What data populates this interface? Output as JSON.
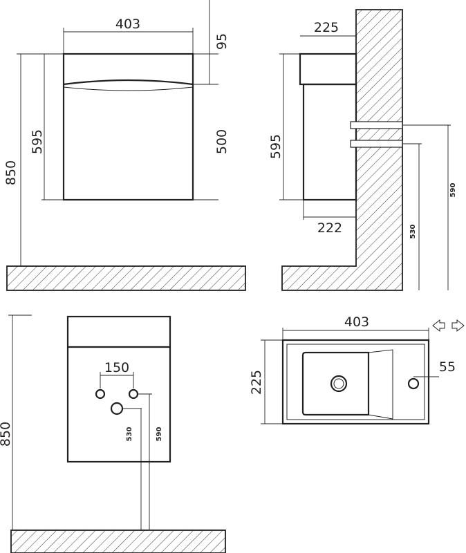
{
  "front_view": {
    "width_label": "403",
    "top_label": "95",
    "height_body_label": "595",
    "height_right_label": "500",
    "total_height_label": "850"
  },
  "side_view": {
    "basin_depth_label": "225",
    "body_height_label": "595",
    "body_depth_label": "222",
    "hole_high_label": "590",
    "hole_low_label": "530"
  },
  "back_view": {
    "hole_spacing_label": "150",
    "hole_low_label": "530",
    "hole_high_label": "590",
    "total_height_label": "850"
  },
  "top_view": {
    "width_label": "403",
    "depth_label": "225",
    "tap_offset_label": "55"
  }
}
